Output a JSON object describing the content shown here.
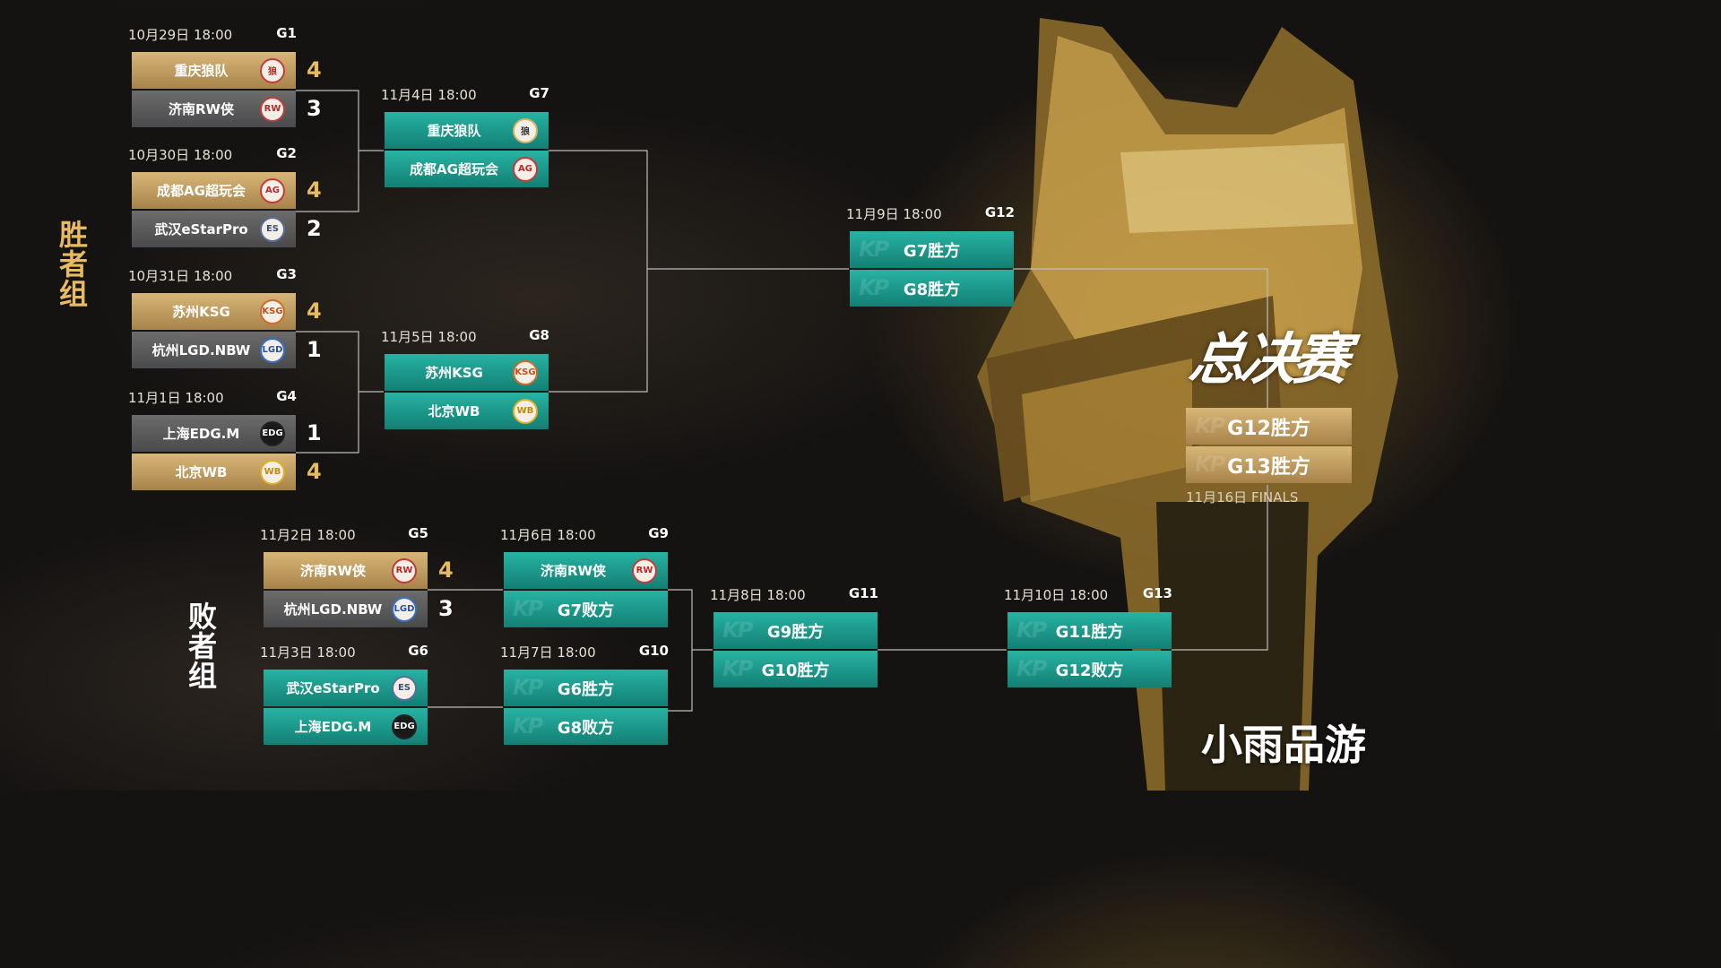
{
  "colors": {
    "gold": "#d8b677",
    "gray": "#5a5a5c",
    "teal": "#1a9a8c",
    "win_score": "#e6bb62",
    "line": "#bfbfbf"
  },
  "groups": {
    "winners": "胜者组",
    "losers": "败者组"
  },
  "matches": {
    "g1": {
      "date": "10月29日 18:00",
      "id": "G1",
      "team1": "重庆狼队",
      "logo1": "wolves-logo-icon",
      "score1": "4",
      "team2": "济南RW侠",
      "logo2": "rw-logo-icon",
      "score2": "3"
    },
    "g2": {
      "date": "10月30日 18:00",
      "id": "G2",
      "team1": "成都AG超玩会",
      "logo1": "ag-logo-icon",
      "score1": "4",
      "team2": "武汉eStarPro",
      "logo2": "estar-logo-icon",
      "score2": "2"
    },
    "g3": {
      "date": "10月31日 18:00",
      "id": "G3",
      "team1": "苏州KSG",
      "logo1": "ksg-logo-icon",
      "score1": "4",
      "team2": "杭州LGD.NBW",
      "logo2": "lgd-logo-icon",
      "score2": "1"
    },
    "g4": {
      "date": "11月1日 18:00",
      "id": "G4",
      "team1": "上海EDG.M",
      "logo1": "edg-logo-icon",
      "score1": "1",
      "team2": "北京WB",
      "logo2": "wb-logo-icon",
      "score2": "4"
    },
    "g5": {
      "date": "11月2日 18:00",
      "id": "G5",
      "team1": "济南RW侠",
      "logo1": "rw-logo-icon",
      "score1": "4",
      "team2": "杭州LGD.NBW",
      "logo2": "lgd-logo-icon",
      "score2": "3"
    },
    "g6": {
      "date": "11月3日 18:00",
      "id": "G6",
      "team1": "武汉eStarPro",
      "logo1": "estar-logo-icon",
      "team2": "上海EDG.M",
      "logo2": "edg-logo-icon"
    },
    "g7": {
      "date": "11月4日 18:00",
      "id": "G7",
      "team1": "重庆狼队",
      "logo1": "wolves-logo-icon",
      "team2": "成都AG超玩会",
      "logo2": "ag-logo-icon"
    },
    "g8": {
      "date": "11月5日 18:00",
      "id": "G8",
      "team1": "苏州KSG",
      "logo1": "ksg-logo-icon",
      "team2": "北京WB",
      "logo2": "wb-logo-icon"
    },
    "g9": {
      "date": "11月6日 18:00",
      "id": "G9",
      "team1": "济南RW侠",
      "logo1": "rw-logo-icon",
      "slot2": "G7败方"
    },
    "g10": {
      "date": "11月7日 18:00",
      "id": "G10",
      "slot1": "G6胜方",
      "slot2": "G8败方"
    },
    "g11": {
      "date": "11月8日 18:00",
      "id": "G11",
      "slot1": "G9胜方",
      "slot2": "G10胜方"
    },
    "g12": {
      "date": "11月9日 18:00",
      "id": "G12",
      "slot1": "G7胜方",
      "slot2": "G8胜方"
    },
    "g13": {
      "date": "11月10日 18:00",
      "id": "G13",
      "slot1": "G11胜方",
      "slot2": "G12败方"
    }
  },
  "finals": {
    "title": "总决赛",
    "slot1": "G12胜方",
    "slot2": "G13胜方",
    "date": "11月16日 FINALS"
  },
  "watermark": "小雨品游",
  "kp_mark": "KP"
}
